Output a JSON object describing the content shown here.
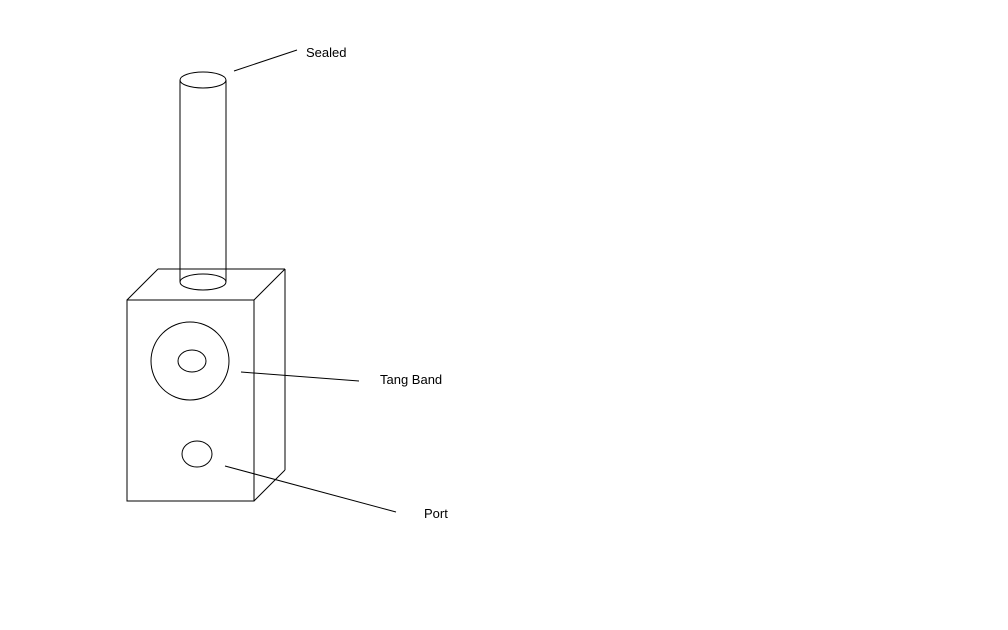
{
  "labels": {
    "sealed": "Sealed",
    "driver": "Tang Band",
    "port": "Port"
  },
  "colors": {
    "background": "#ffffff",
    "stroke": "#000000",
    "text": "#000000"
  }
}
